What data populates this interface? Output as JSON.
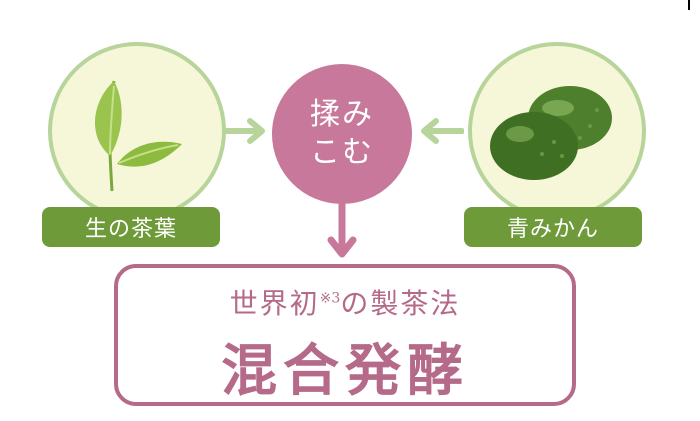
{
  "diagram": {
    "left_label": "生の茶葉",
    "right_label": "青みかん",
    "center_line1": "揉み",
    "center_line2": "こむ",
    "method_prefix": "世界初",
    "method_note": "※3",
    "method_suffix": "の製茶法",
    "method_name": "混合発酵",
    "colors": {
      "pink": "#c8789a",
      "pink_border": "#b46a88",
      "green": "#6e9a3a",
      "light_green": "#b7d49a",
      "cream": "#f6f6d8"
    },
    "icons": [
      "tea-leaf-icon",
      "green-mikan-icon",
      "arrow-right-icon",
      "arrow-left-icon",
      "arrow-down-icon"
    ]
  }
}
